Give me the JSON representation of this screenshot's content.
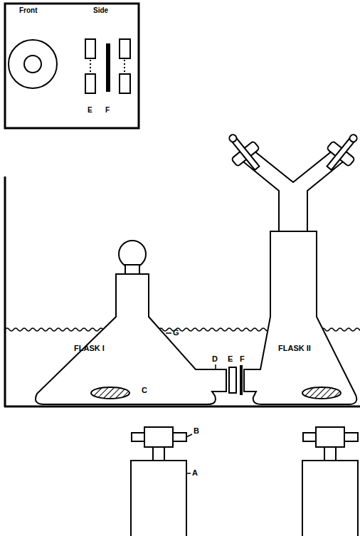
{
  "diagram": {
    "nodes": [
      {
        "text": [
          "FLASK I"
        ]
      },
      {
        "text": [
          "FLASK II"
        ]
      }
    ],
    "labels": [
      "Front",
      "Side",
      "E",
      "F",
      "D",
      "E",
      "F",
      "G",
      "C",
      "B",
      "A"
    ]
  }
}
